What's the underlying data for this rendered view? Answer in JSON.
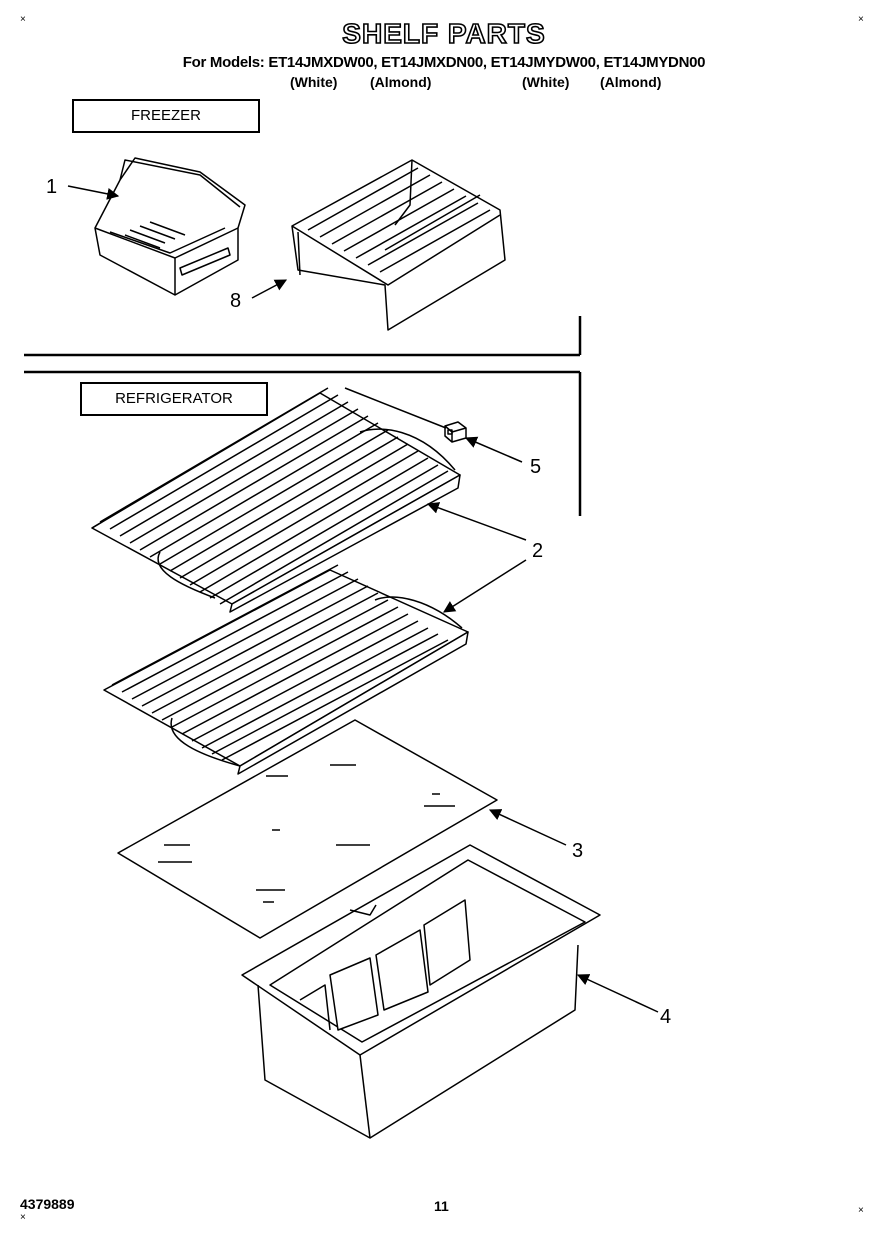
{
  "page": {
    "title": "SHELF PARTS",
    "models_line": "For Models: ET14JMXDW00, ET14JMXDN00, ET14JMYDW00, ET14JMYDN00",
    "color_labels": [
      "(White)",
      "(Almond)",
      "(White)",
      "(Almond)"
    ],
    "part_number": "4379889",
    "page_number": "11"
  },
  "sections": {
    "freezer": "FREEZER",
    "refrigerator": "REFRIGERATOR"
  },
  "callouts": [
    "1",
    "8",
    "5",
    "2",
    "3",
    "4"
  ]
}
